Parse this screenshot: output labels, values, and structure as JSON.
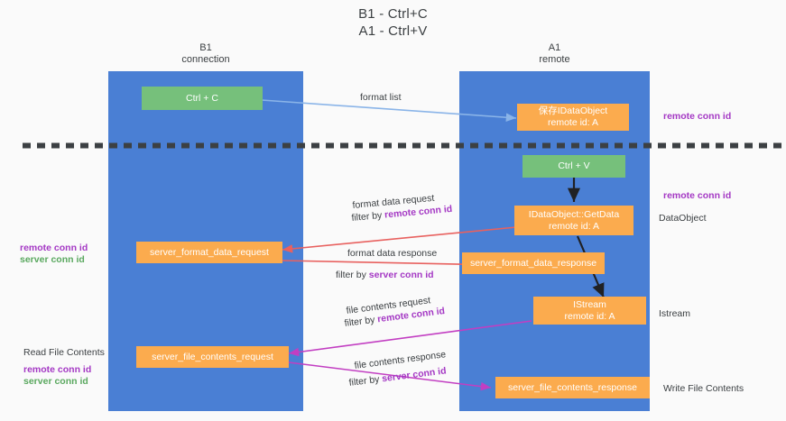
{
  "title": {
    "line1": "B1 - Ctrl+C",
    "line2": "A1 - Ctrl+V"
  },
  "columns": [
    {
      "id": "b1",
      "name": "B1",
      "role": "connection"
    },
    {
      "id": "a1",
      "name": "A1",
      "role": "remote"
    }
  ],
  "colors": {
    "lane": "#4a7fd4",
    "green_box": "#76c07b",
    "orange_box": "#fbab4e",
    "arrow_blue": "#8ab4e8",
    "arrow_red": "#e8615f",
    "arrow_magenta": "#c23ec2",
    "arrow_black": "#202124",
    "accent_purple": "#a438c4",
    "accent_green": "#5aa85f",
    "background": "#fafafa"
  },
  "boxes": {
    "ctrl_c": "Ctrl + C",
    "ctrl_v": "Ctrl + V",
    "save_idataobject_l1": "保存IDataObject",
    "save_idataobject_l2": "remote id: A",
    "getdata_l1": "IDataObject::GetData",
    "getdata_l2": "remote id: A",
    "istream_l1": "IStream",
    "istream_l2": "remote id: A",
    "server_format_data_request": "server_format_data_request",
    "server_format_data_response": "server_format_data_response",
    "server_file_contents_request": "server_file_contents_request",
    "server_file_contents_response": "server_file_contents_response"
  },
  "arrow_labels": {
    "format_list": "format list",
    "format_data_request": "format data request",
    "format_data_request_filter_prefix": "filter by ",
    "format_data_request_filter_key": "remote conn id",
    "format_data_response": "format data response",
    "format_data_response_filter_prefix": "filter by ",
    "format_data_response_filter_key": "server conn id",
    "file_contents_request": "file contents request",
    "file_contents_request_filter_prefix": "filter by ",
    "file_contents_request_filter_key": "remote conn id",
    "file_contents_response": "file contents response",
    "file_contents_response_filter_prefix": "filter by ",
    "file_contents_response_filter_key": "server conn id"
  },
  "side_labels": {
    "right_remote_conn_id_top": "remote conn id",
    "right_remote_conn_id_mid": "remote conn id",
    "right_dataobject": "DataObject",
    "right_istream": "Istream",
    "right_write_file_contents": "Write File Contents",
    "left_remote_conn_id_mid": "remote conn id",
    "left_server_conn_id_mid": "server conn id",
    "left_read_file_contents": "Read File Contents",
    "left_remote_conn_id_bottom": "remote conn id",
    "left_server_conn_id_bottom": "server conn id"
  }
}
